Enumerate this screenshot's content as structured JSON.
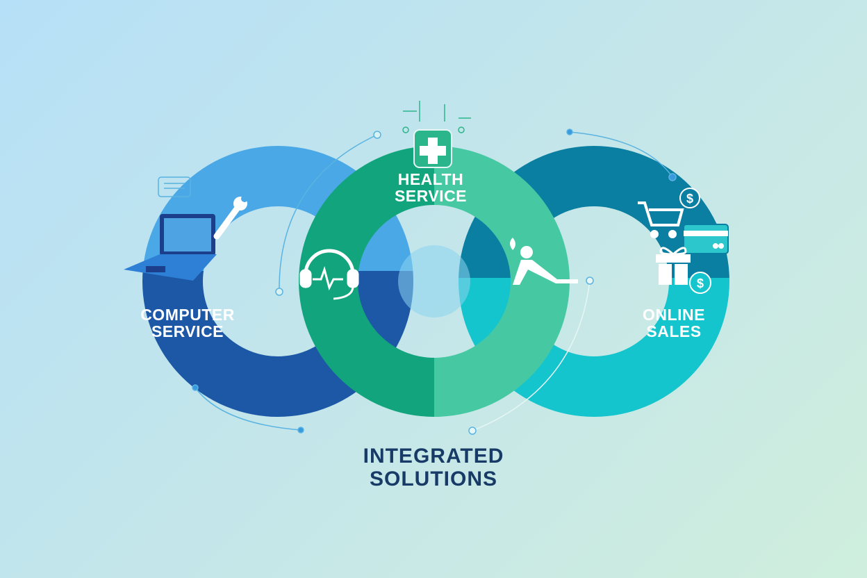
{
  "diagram": {
    "title_line1": "INTEGRATED",
    "title_line2": "SOLUTIONS",
    "nodes": [
      {
        "line1": "COMPUTER",
        "line2": "SERVICE",
        "icons": [
          "laptop-icon",
          "wrench-icon",
          "chat-bubble-icon"
        ]
      },
      {
        "line1": "HEALTH",
        "line2": "SERVICE",
        "icons": [
          "medical-cross-icon",
          "headset-heartbeat-icon",
          "relaxing-person-icon"
        ]
      },
      {
        "line1": "ONLINE",
        "line2": "SALES",
        "icons": [
          "shopping-cart-icon",
          "credit-card-icon",
          "gift-icon",
          "dollar-coin-icon"
        ]
      }
    ],
    "colors": {
      "blue_light": "#4aa8e6",
      "blue_dark": "#1d58a6",
      "green_dark": "#12a47c",
      "green_light": "#46c9a2",
      "teal_dark": "#0b7fa1",
      "teal_light": "#14c5cd",
      "title": "#173a66"
    }
  }
}
